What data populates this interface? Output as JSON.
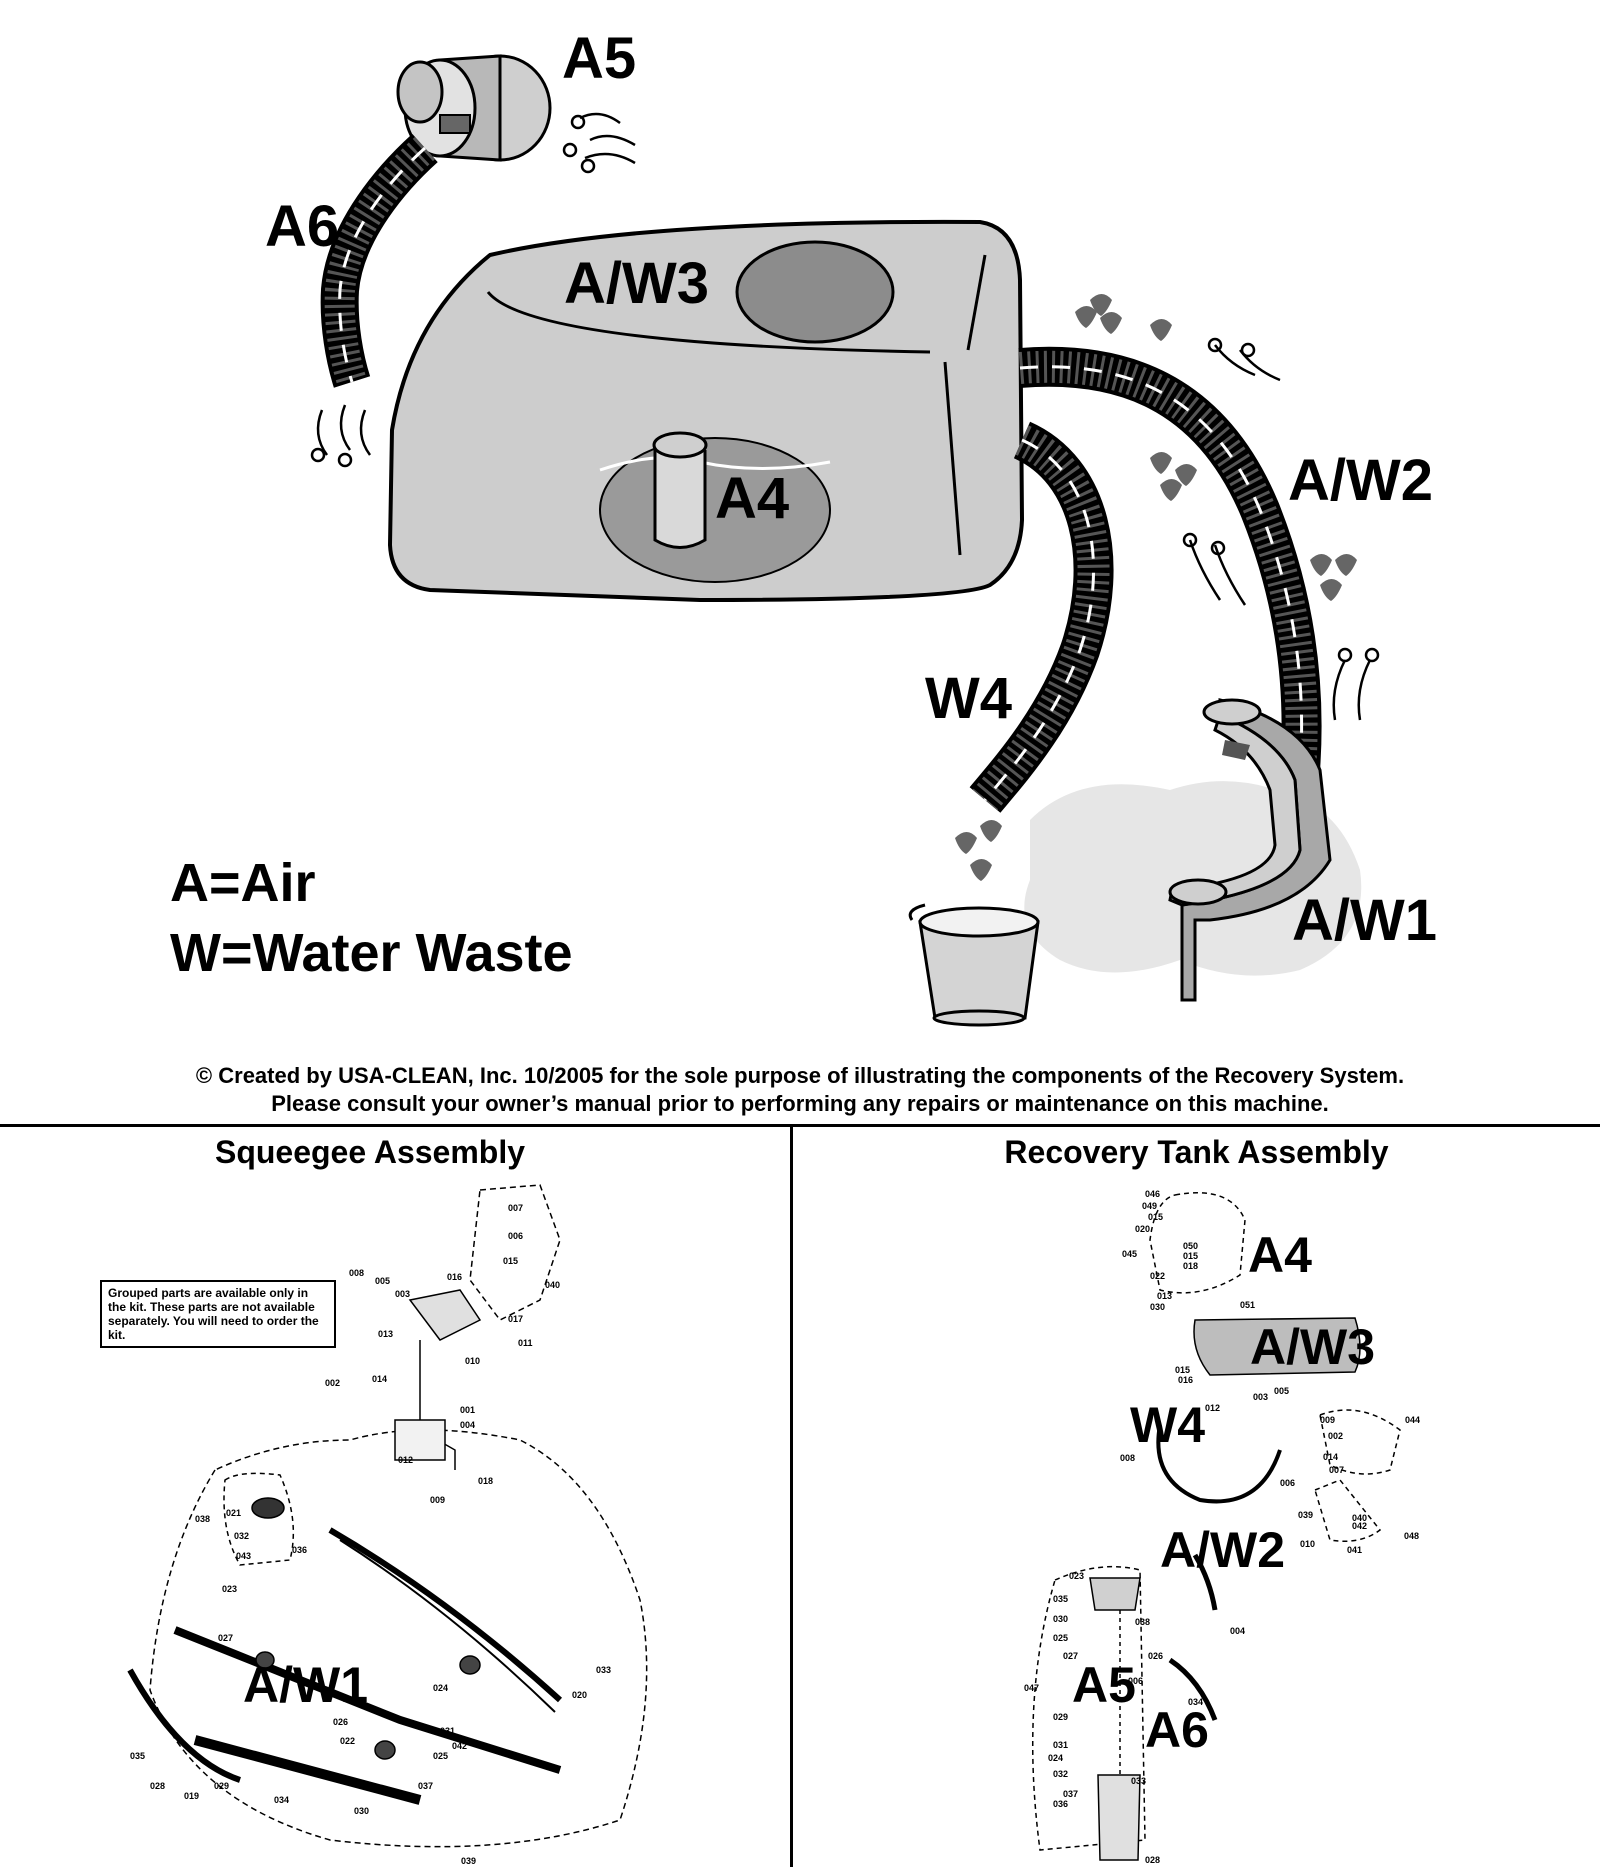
{
  "illustration": {
    "labels": {
      "a5": "A5",
      "a6": "A6",
      "aw3": "A/W3",
      "a4": "A4",
      "aw2": "A/W2",
      "w4": "W4",
      "aw1": "A/W1"
    },
    "legend": {
      "air": "A=Air",
      "water": "W=Water Waste"
    },
    "copyright": {
      "line1": "© Created by USA-CLEAN, Inc. 10/2005 for the sole purpose of illustrating the components of the Recovery System.",
      "line2": "Please consult your owner’s manual prior to performing any repairs or maintenance on this machine."
    }
  },
  "squeegee": {
    "title": "Squeegee Assembly",
    "note": "Grouped parts are available only in the kit. These parts are not available separately. You will need to order the kit.",
    "overlay_label": "A/W1",
    "parts": [
      "007",
      "006",
      "015",
      "016",
      "040",
      "008",
      "005",
      "003",
      "017",
      "011",
      "013",
      "010",
      "002",
      "014",
      "001",
      "004",
      "012",
      "018",
      "009",
      "021",
      "038",
      "032",
      "043",
      "036",
      "023",
      "027",
      "024",
      "020",
      "033",
      "026",
      "022",
      "031",
      "042",
      "025",
      "035",
      "028",
      "019",
      "029",
      "034",
      "037",
      "030",
      "039"
    ]
  },
  "recovery": {
    "title": "Recovery Tank Assembly",
    "overlay_labels": {
      "a4": "A4",
      "aw3": "A/W3",
      "w4": "W4",
      "aw2": "A/W2",
      "a5": "A5",
      "a6": "A6"
    },
    "parts": [
      "046",
      "049",
      "015",
      "020",
      "045",
      "050",
      "015",
      "018",
      "022",
      "013",
      "030",
      "051",
      "015",
      "016",
      "005",
      "003",
      "012",
      "009",
      "044",
      "002",
      "014",
      "007",
      "008",
      "006",
      "039",
      "040",
      "042",
      "041",
      "048",
      "010",
      "023",
      "035",
      "038",
      "030",
      "025",
      "004",
      "027",
      "026",
      "047",
      "006",
      "034",
      "029",
      "031",
      "024",
      "032",
      "033",
      "037",
      "036",
      "028"
    ]
  }
}
